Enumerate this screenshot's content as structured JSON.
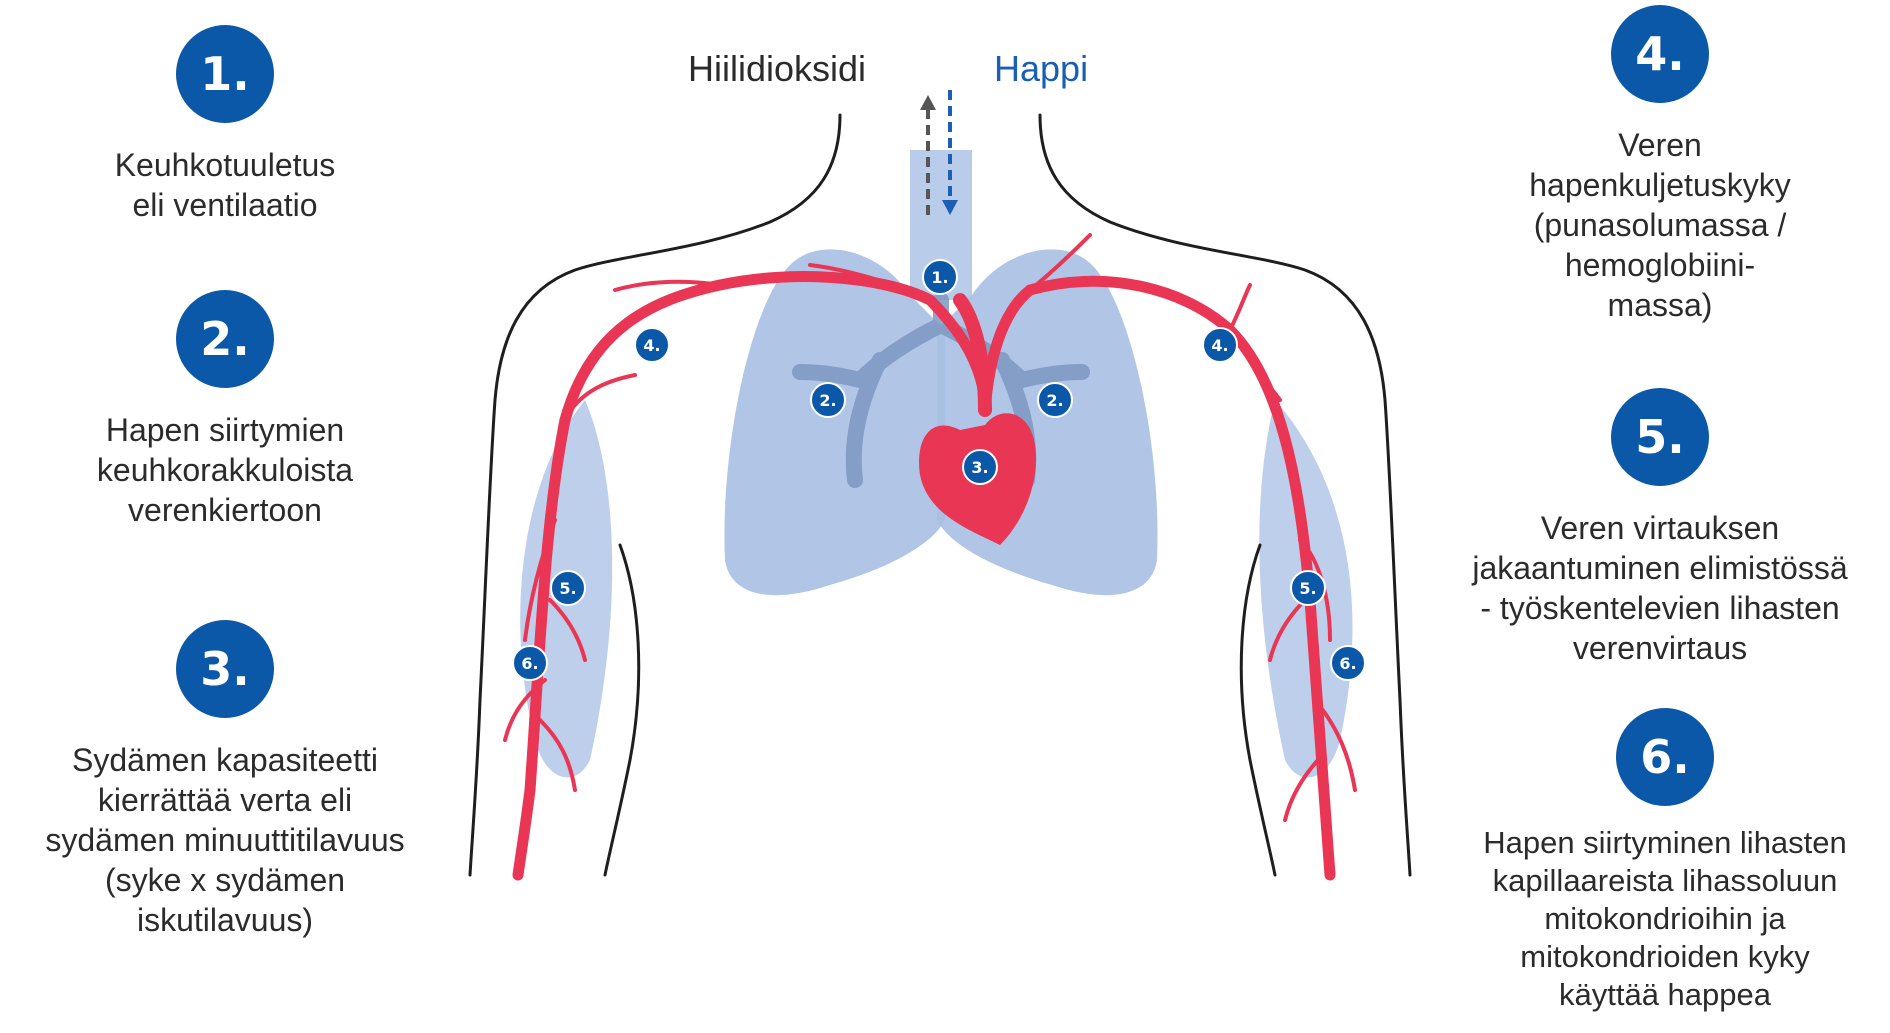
{
  "labels": {
    "co2": "Hiilidioksidi",
    "oxygen": "Happi"
  },
  "colors": {
    "badge": "#0b58a8",
    "oxygen_text": "#1a5fb4",
    "artery": "#e93654",
    "lung": "#a8bfe4",
    "outline": "#1e1e1e"
  },
  "steps": [
    {
      "number": "1.",
      "text": "Keuhkotuuletus\neli ventilaatio"
    },
    {
      "number": "2.",
      "text": "Hapen siirtymien\nkeuhkorakkuloista\nverenkiertoon"
    },
    {
      "number": "3.",
      "text": "Sydämen kapasiteetti\nkierrättää verta eli\nsydämen minuuttitilavuus\n(syke x sydämen\niskutilavuus)"
    },
    {
      "number": "4.",
      "text": "Veren\nhapenkuljetuskyky\n(punasolumassa /\nhemoglobiini-\nmassa)"
    },
    {
      "number": "5.",
      "text": "Veren virtauksen\njakaantuminen elimistössä\n- työskentelevien lihasten\nverenvirtaus"
    },
    {
      "number": "6.",
      "text": "Hapen siirtyminen lihasten\nkapillaareista lihassoluun\nmitokondrioihin ja\nmitokondrioiden kyky\nkäyttää happea"
    }
  ],
  "markers": {
    "m1": "1.",
    "m2l": "2.",
    "m2r": "2.",
    "m3": "3.",
    "m4l": "4.",
    "m4r": "4.",
    "m5l": "5.",
    "m5r": "5.",
    "m6l": "6.",
    "m6r": "6."
  }
}
